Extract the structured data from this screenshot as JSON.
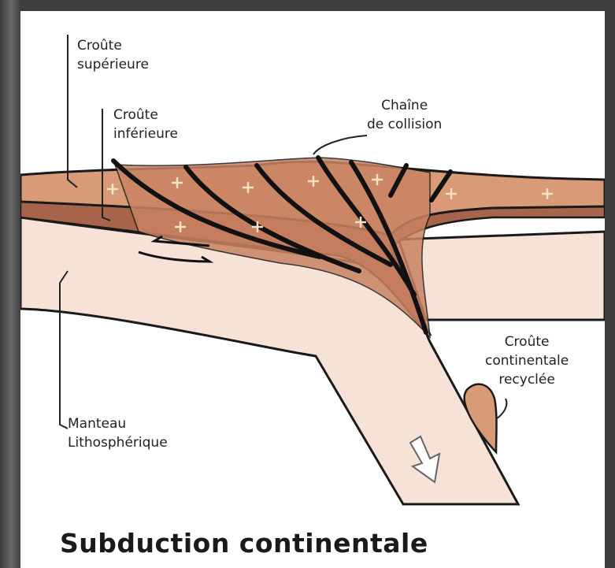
{
  "title": "Subduction continentale",
  "labels": {
    "croute_superieure": "Croûte\nsupérieure",
    "croute_inferieure": "Croûte\ninférieure",
    "chaine_collision": "Chaîne\nde collision",
    "croute_recyclee": "Croûte\ncontinentale\nrecyclée",
    "manteau": "Manteau\nLithosphérique"
  },
  "colors": {
    "upper_crust": "#d99a78",
    "lower_crust": "#a8644a",
    "mantle": "#f6e2d6",
    "outline": "#1a1a1a"
  }
}
